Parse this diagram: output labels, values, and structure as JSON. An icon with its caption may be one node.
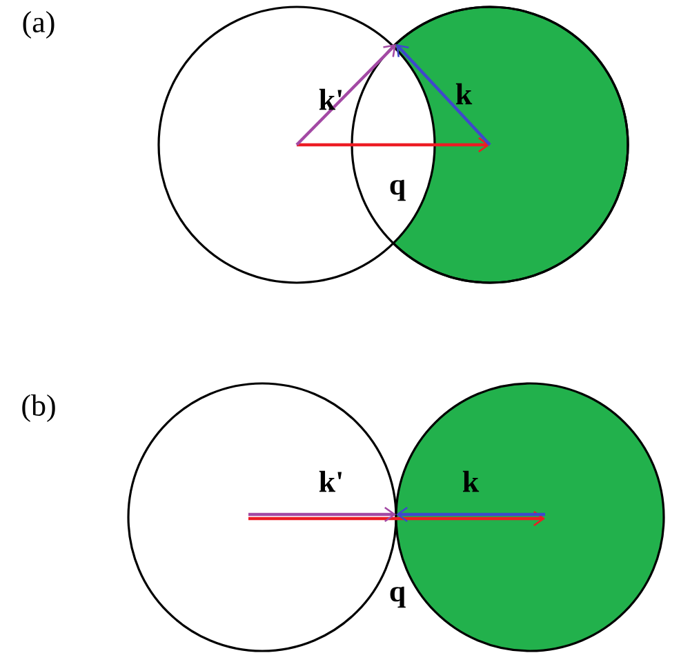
{
  "diagram": {
    "labels": [
      "(a)",
      "k'",
      "k",
      "q",
      "(b)",
      "k'",
      "k",
      "q"
    ]
  }
}
